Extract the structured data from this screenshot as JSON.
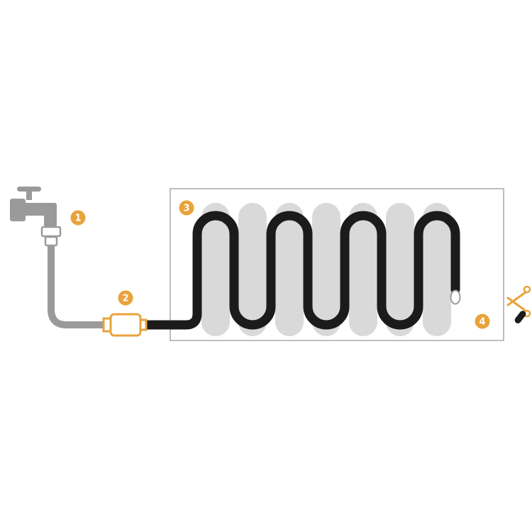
{
  "diagram": {
    "markers": [
      {
        "label": "1"
      },
      {
        "label": "2"
      },
      {
        "label": "3"
      },
      {
        "label": "4"
      }
    ],
    "icons": [
      "faucet-icon",
      "hose-connector-icon",
      "soaker-hose-icon",
      "end-cap-icon",
      "scissors-icon",
      "cut-hose-piece"
    ]
  },
  "colors": {
    "bg": "#ffffff",
    "accent": "#E8A33B",
    "hose": "#1b1b1b",
    "pipe": "#9a9a9a",
    "stripe": "#d9d9d9",
    "border": "#a8a8a8"
  }
}
